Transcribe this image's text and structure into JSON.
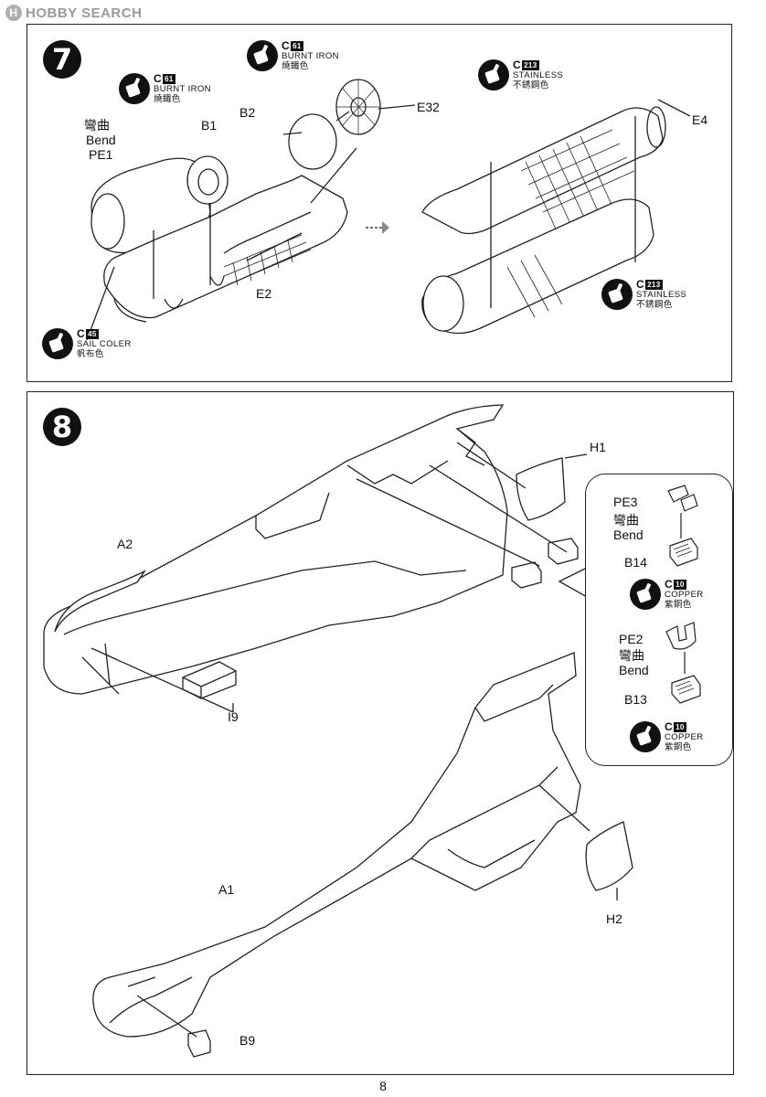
{
  "watermark": {
    "text": "HOBBY SEARCH",
    "logo": "H"
  },
  "page_number": "8",
  "step7": {
    "number": "7",
    "labels": {
      "bend_cn": "彎曲",
      "bend_en": "Bend",
      "pe1": "PE1",
      "b1": "B1",
      "b2": "B2",
      "e32": "E32",
      "e2": "E2",
      "e4": "E4"
    },
    "paints": [
      {
        "code": "C",
        "num": "61",
        "name": "BURNT IRON",
        "cn": "燒鐵色"
      },
      {
        "code": "C",
        "num": "61",
        "name": "BURNT IRON",
        "cn": "燒鐵色"
      },
      {
        "code": "C",
        "num": "213",
        "name": "STAINLESS",
        "cn": "不銹鋼色"
      },
      {
        "code": "C",
        "num": "213",
        "name": "STAINLESS",
        "cn": "不銹鋼色"
      },
      {
        "code": "C",
        "num": "45",
        "name": "SAIL COLER",
        "cn": "帆布色"
      }
    ]
  },
  "step8": {
    "number": "8",
    "labels": {
      "h1": "H1",
      "a2": "A2",
      "i9": "I9",
      "a1": "A1",
      "h2": "H2",
      "b9": "B9",
      "pe3": "PE3",
      "bend1_cn": "彎曲",
      "bend1_en": "Bend",
      "b14": "B14",
      "pe2": "PE2",
      "bend2_cn": "彎曲",
      "bend2_en": "Bend",
      "b13": "B13"
    },
    "paints": [
      {
        "code": "C",
        "num": "10",
        "name": "COPPER",
        "cn": "紫銅色"
      },
      {
        "code": "C",
        "num": "10",
        "name": "COPPER",
        "cn": "紫銅色"
      }
    ]
  }
}
